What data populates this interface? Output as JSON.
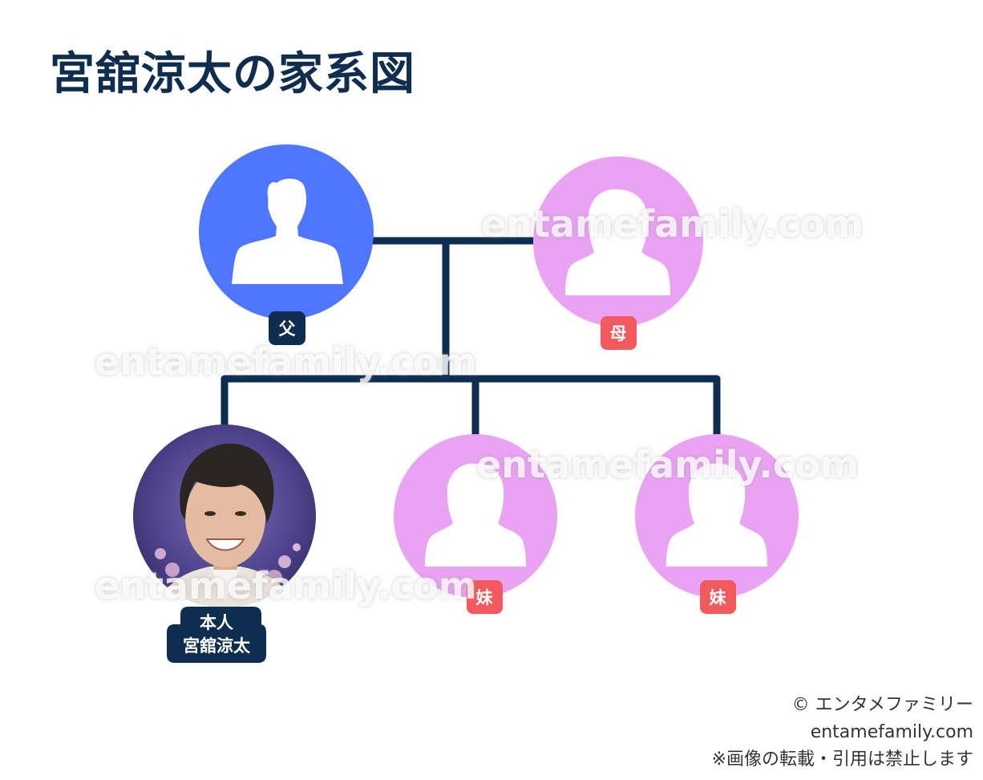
{
  "title": "宮舘涼太の家系図",
  "colors": {
    "male": "#4f76ff",
    "female": "#eaa3f3",
    "line": "#0f2d4f",
    "badge_male": "#0f2d4f",
    "badge_female": "#f35a5e",
    "title": "#0f2d4f"
  },
  "members": {
    "father": {
      "badge": "父",
      "icon": "male-silhouette-icon"
    },
    "mother": {
      "badge": "母",
      "icon": "female-silhouette-icon"
    },
    "self": {
      "badge_line1": "本人",
      "badge_line2": "宮舘涼太",
      "icon": "profile-photo"
    },
    "sister1": {
      "badge": "妹",
      "icon": "female-silhouette-icon"
    },
    "sister2": {
      "badge": "妹",
      "icon": "female-silhouette-icon"
    }
  },
  "watermark": "entamefamily.com",
  "credit": {
    "copyright": "© エンタメファミリー",
    "site": "entamefamily.com",
    "notice": "※画像の転載・引用は禁止します"
  }
}
